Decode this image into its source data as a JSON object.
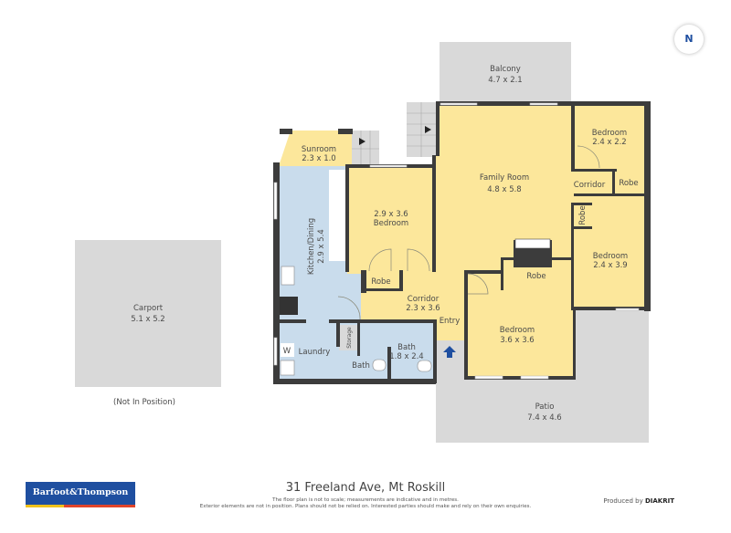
{
  "compass": {
    "label": "N"
  },
  "rooms": {
    "balcony": {
      "name": "Balcony",
      "size": "4.7 x 2.1"
    },
    "family_room": {
      "name": "Family Room",
      "size": "4.8 x 5.8"
    },
    "bedroom_ne": {
      "name": "Bedroom",
      "size": "2.4 x 2.2"
    },
    "corridor_e": {
      "name": "Corridor"
    },
    "robe_ne": {
      "name": "Robe"
    },
    "robe_e": {
      "name": "Robe"
    },
    "bedroom_e": {
      "name": "Bedroom",
      "size": "2.4 x 3.9"
    },
    "robe_center": {
      "name": "Robe"
    },
    "bedroom_s": {
      "name": "Bedroom",
      "size": "3.6 x 3.6"
    },
    "sunroom": {
      "name": "Sunroom",
      "size": "2.3 x 1.0"
    },
    "bedroom_w": {
      "name": "Bedroom",
      "size": "2.9 x 3.6"
    },
    "robe_w": {
      "name": "Robe"
    },
    "kitchen": {
      "name": "Kitchen/Dining",
      "size": "2.9 x 5.4"
    },
    "corridor": {
      "name": "Corridor",
      "size": "2.3 x 3.6"
    },
    "entry": {
      "name": "Entry"
    },
    "storage": {
      "name": "Storage"
    },
    "laundry": {
      "name": "Laundry",
      "washer": "W"
    },
    "bath_small": {
      "name": "Bath"
    },
    "bath": {
      "name": "Bath",
      "size": "1.8 x 2.4"
    },
    "patio": {
      "name": "Patio",
      "size": "7.4 x 4.6"
    },
    "carport": {
      "name": "Carport",
      "size": "5.1 x 5.2",
      "note": "(Not In Position)"
    }
  },
  "colors": {
    "interior": "#fce79b",
    "wet_area": "#c9dcec",
    "exterior": "#d9d9d9",
    "wall": "#3c3c3c",
    "entry_arrow": "#1f4fa0"
  },
  "footer": {
    "address": "31 Freeland Ave, Mt Roskill",
    "disclaimer_1": "The floor plan is not to scale; measurements are indicative and in metres.",
    "disclaimer_2": "Exterior elements are not in position. Plans should not be relied on. Interested parties should make and rely on their own enquiries.",
    "produced_by": "Produced by",
    "producer": "DIAKRIT",
    "logo": "Barfoot&Thompson"
  }
}
